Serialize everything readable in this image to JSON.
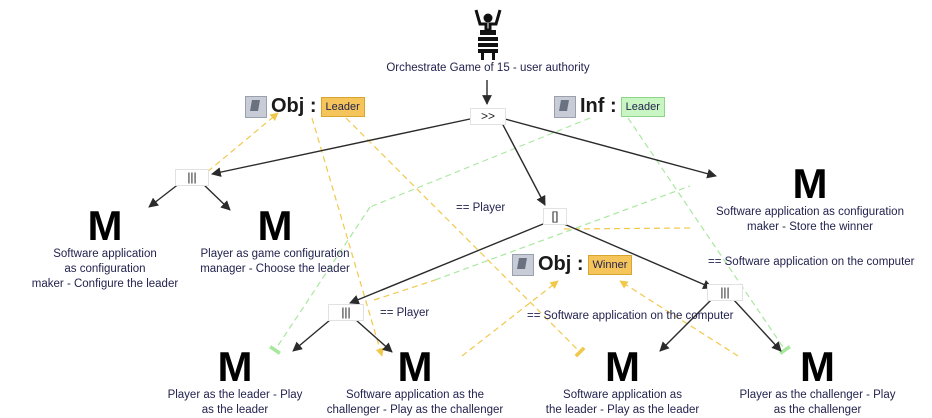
{
  "root": {
    "icon": "actor-at-desk-icon",
    "label": "Orchestrate Game of 15 - user authority"
  },
  "operators": {
    "seq": ">>",
    "interleave_left": "|||",
    "choice": "[]",
    "interleave_bottom_left": "|||",
    "interleave_right": "|||"
  },
  "objects": {
    "obj_leader": {
      "prefix": "Obj :",
      "value": "Leader",
      "icon": "object-icon"
    },
    "inf_leader": {
      "prefix": "Inf :",
      "value": "Leader",
      "icon": "information-icon"
    },
    "obj_winner": {
      "prefix": "Obj :",
      "value": "Winner",
      "icon": "object-icon"
    }
  },
  "tasks": {
    "letter": "M",
    "configure_leader": [
      "Software application",
      "as configuration",
      "maker - Configure the leader"
    ],
    "choose_leader": [
      "Player as game configuration",
      "manager - Choose the leader"
    ],
    "store_winner": [
      "Software application as configuration",
      "maker - Store the winner"
    ],
    "leader_play": [
      "Player as the leader - Play",
      "as the leader"
    ],
    "app_challenger_play": [
      "Software application as the",
      "challenger - Play as the challenger"
    ],
    "app_leader_play": [
      "Software application as",
      "the leader - Play as the leader"
    ],
    "challenger_play": [
      "Player as the challenger - Play",
      "as the challenger"
    ]
  },
  "edge_labels": {
    "player_1": "== Player",
    "player_2": "== Player",
    "software_1": "== Software application on the computer",
    "software_2": "== Software application on the computer"
  },
  "colors": {
    "edge": "#2b2b2b",
    "yellow_dashed": "#f2c84b",
    "green_dashed": "#a8e89e",
    "tag_yellow": "#f5c45a",
    "tag_green": "#c9f5c2"
  }
}
